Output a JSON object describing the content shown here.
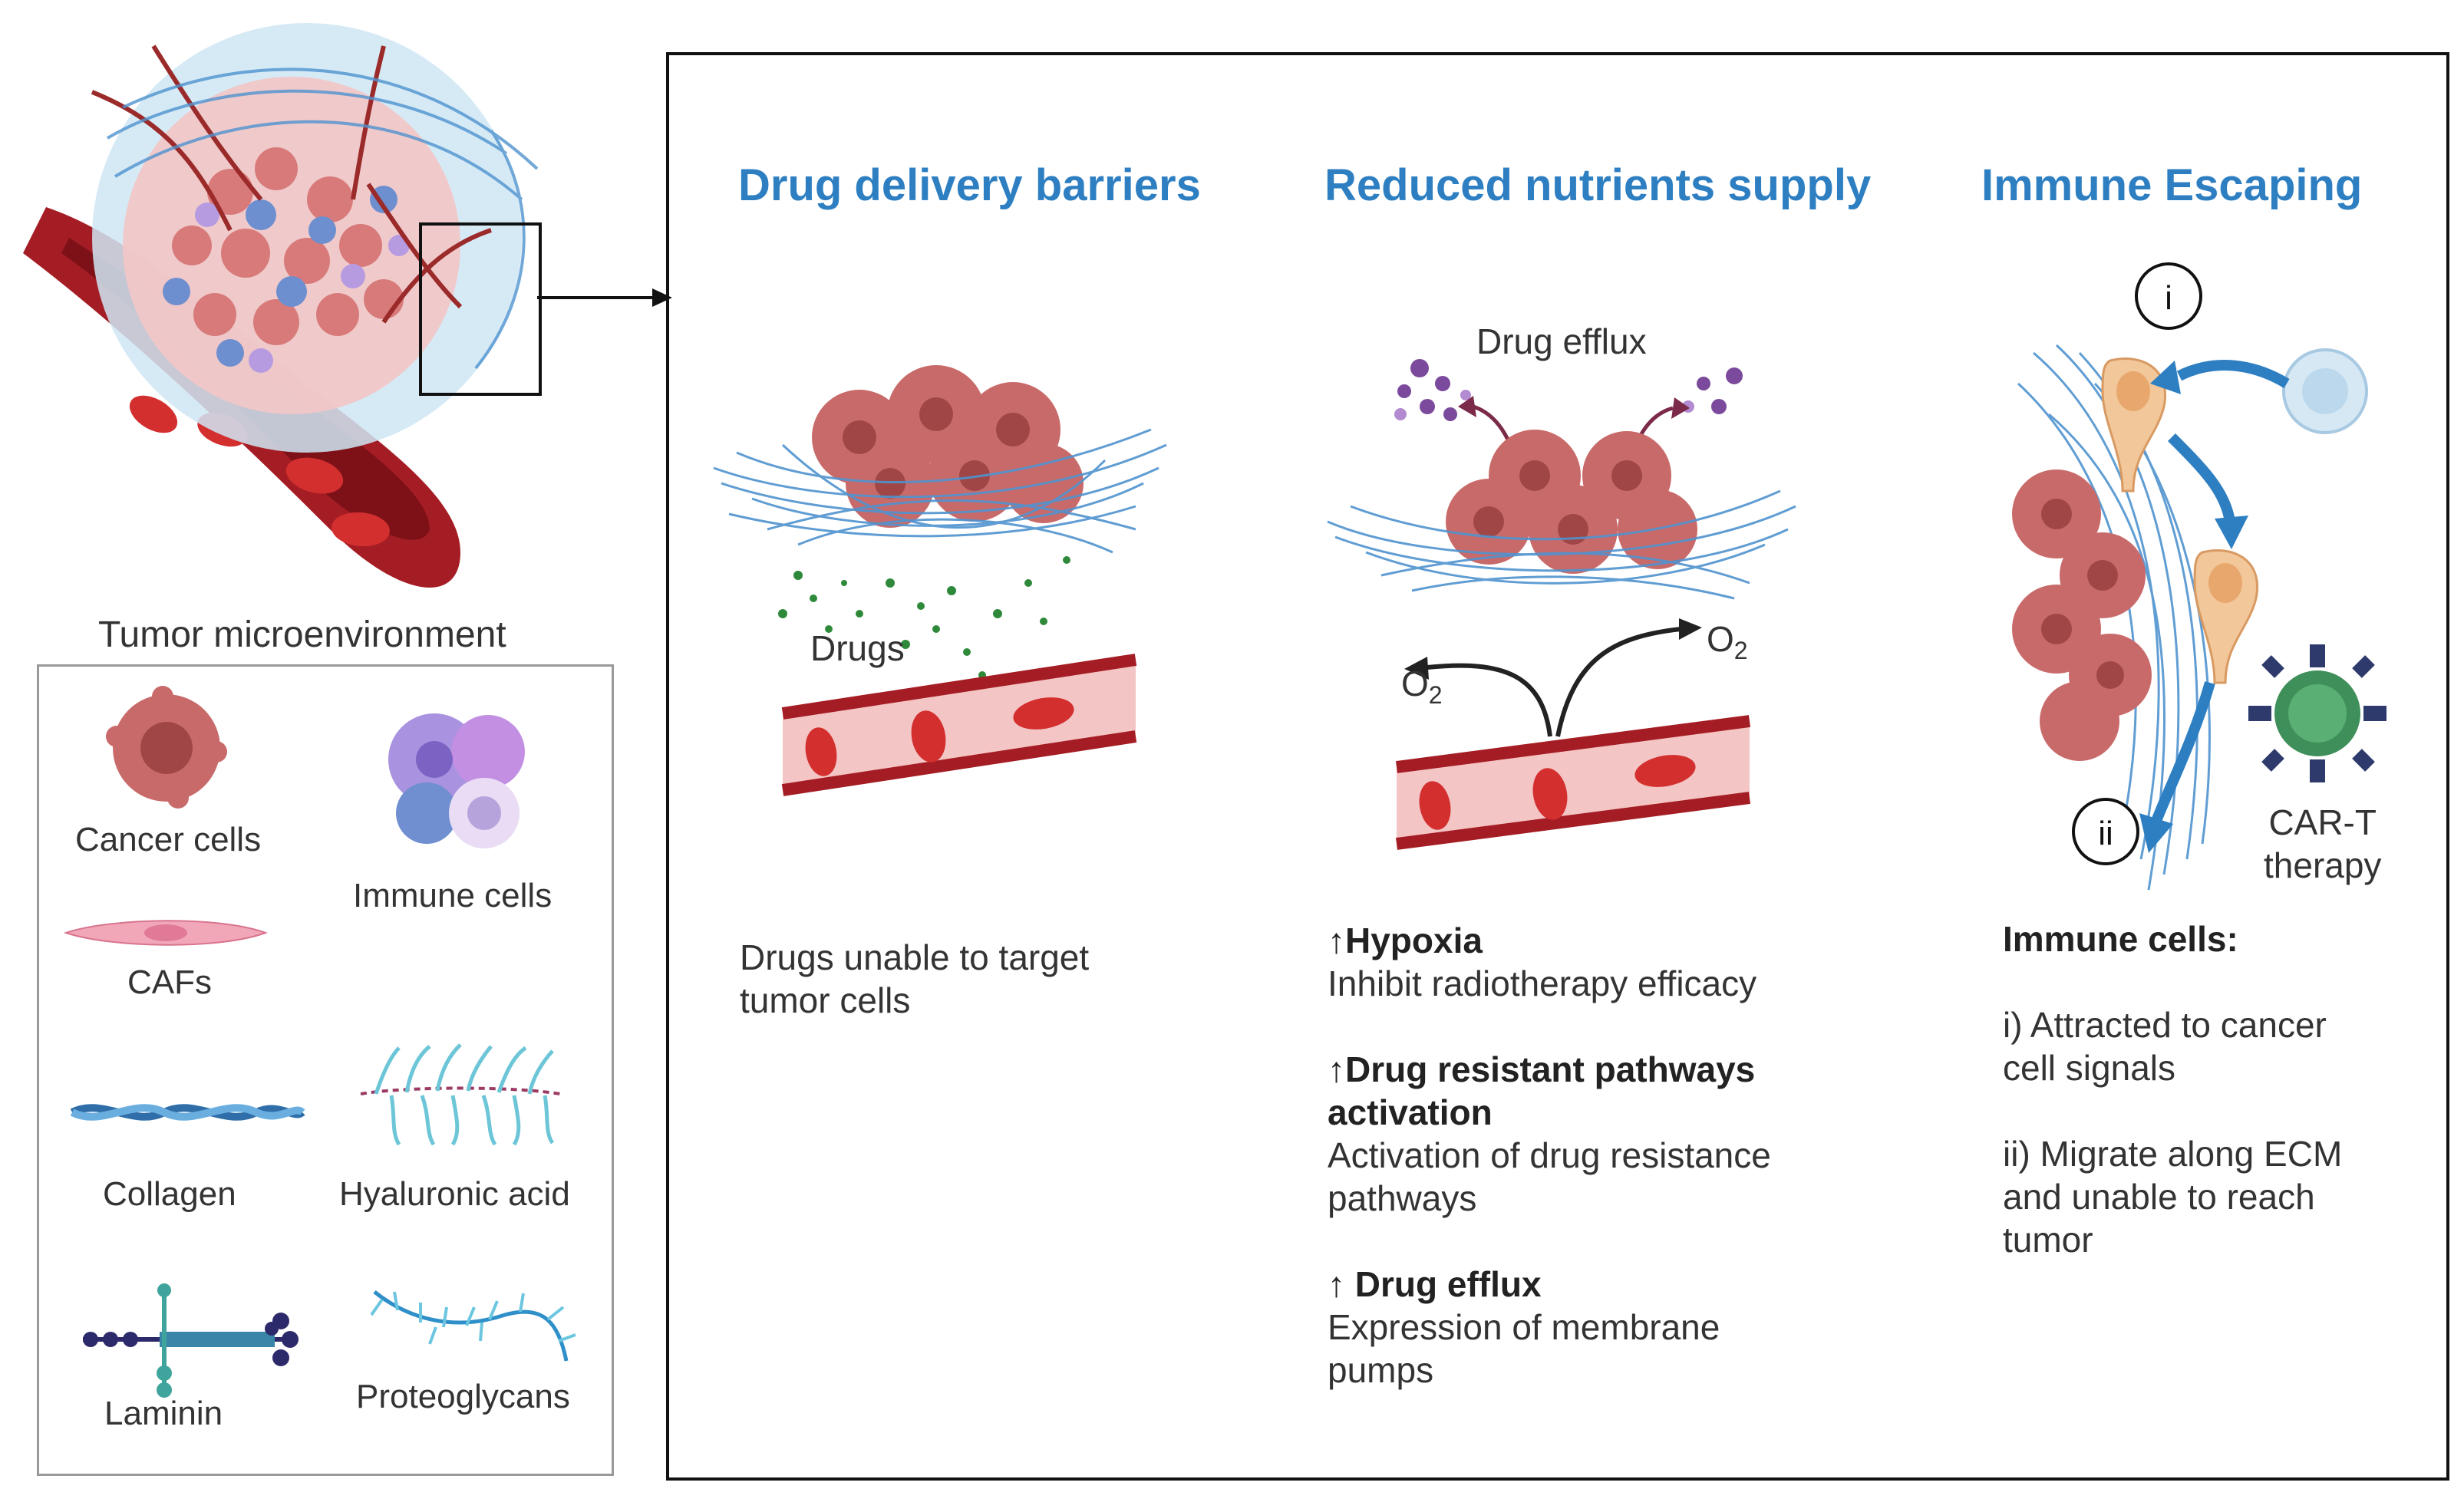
{
  "overview": {
    "tme_label": "Tumor microenvironment"
  },
  "legend": {
    "items": [
      {
        "label": "Cancer cells"
      },
      {
        "label": "Immune cells"
      },
      {
        "label": "CAFs"
      },
      {
        "label": "Collagen"
      },
      {
        "label": "Hyaluronic acid"
      },
      {
        "label": "Laminin"
      },
      {
        "label": "Proteoglycans"
      }
    ]
  },
  "panels": {
    "drug_delivery": {
      "title": "Drug delivery barriers",
      "drugs_label": "Drugs",
      "desc_line1": "Drugs unable to target",
      "desc_line2": "tumor cells"
    },
    "nutrients": {
      "title": "Reduced nutrients supply",
      "efflux_label": "Drug efflux",
      "o2_symbol": "O",
      "o2_subscript": "2",
      "points": [
        {
          "arrow": "↑",
          "heading": "Hypoxia",
          "heading_line2": "",
          "text_line1": "Inhibit radiotherapy efficacy",
          "text_line2": ""
        },
        {
          "arrow": "↑",
          "heading": "Drug resistant pathways",
          "heading_line2": "activation",
          "text_line1": "Activation of drug resistance",
          "text_line2": "pathways"
        },
        {
          "arrow": "↑",
          "heading": " Drug efflux",
          "heading_line2": "",
          "text_line1": "Expression of membrane",
          "text_line2": "pumps"
        }
      ]
    },
    "immune": {
      "title": "Immune Escaping",
      "marker_i": "i",
      "marker_ii": "ii",
      "cart_line1": "CAR-T",
      "cart_line2": "therapy",
      "heading": "Immune cells:",
      "item1_line1": "i) Attracted to cancer",
      "item1_line2": "cell signals",
      "item2_line1": "ii) Migrate along ECM",
      "item2_line2": "and unable to reach",
      "item2_line3": "tumor"
    }
  },
  "colors": {
    "title_blue": "#2e7fc2",
    "cancer": "#c96a6a",
    "vessel": "#a51d24",
    "collagen": "#4f93cf",
    "drug_dot": "#2e8a3a",
    "efflux_dot": "#7b4a9c"
  }
}
